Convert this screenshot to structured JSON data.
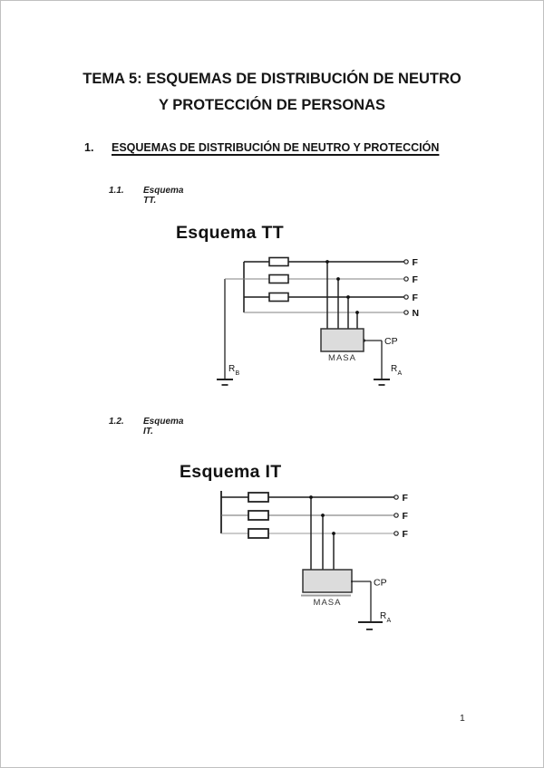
{
  "document": {
    "title_line1": "TEMA 5: ESQUEMAS DE DISTRIBUCIÓN DE NEUTRO",
    "title_line2": "Y PROTECCIÓN DE PERSONAS",
    "page_number": "1"
  },
  "section": {
    "number": "1.",
    "title": "ESQUEMAS DE DISTRIBUCIÓN DE NEUTRO Y PROTECCIÓN"
  },
  "subsections": [
    {
      "number": "1.1.",
      "title": "Esquema TT."
    },
    {
      "number": "1.2.",
      "title": "Esquema IT."
    }
  ],
  "diagram_tt": {
    "title": "Esquema TT",
    "conductor_labels": [
      "F",
      "F",
      "F",
      "N"
    ],
    "load_label": "MASA",
    "protective_conductor_label": "CP",
    "earth_resistance_neutral": {
      "symbol": "R",
      "subscript": "B"
    },
    "earth_resistance_mass": {
      "symbol": "R",
      "subscript": "A"
    }
  },
  "diagram_it": {
    "title": "Esquema IT",
    "conductor_labels": [
      "F",
      "F",
      "F"
    ],
    "load_label": "MASA",
    "protective_conductor_label": "CP",
    "earth_resistance_mass": {
      "symbol": "R",
      "subscript": "A"
    }
  },
  "colors": {
    "box_fill": "#dcdcdc",
    "line_dark": "#1a1a1a",
    "line_light": "#888888"
  }
}
